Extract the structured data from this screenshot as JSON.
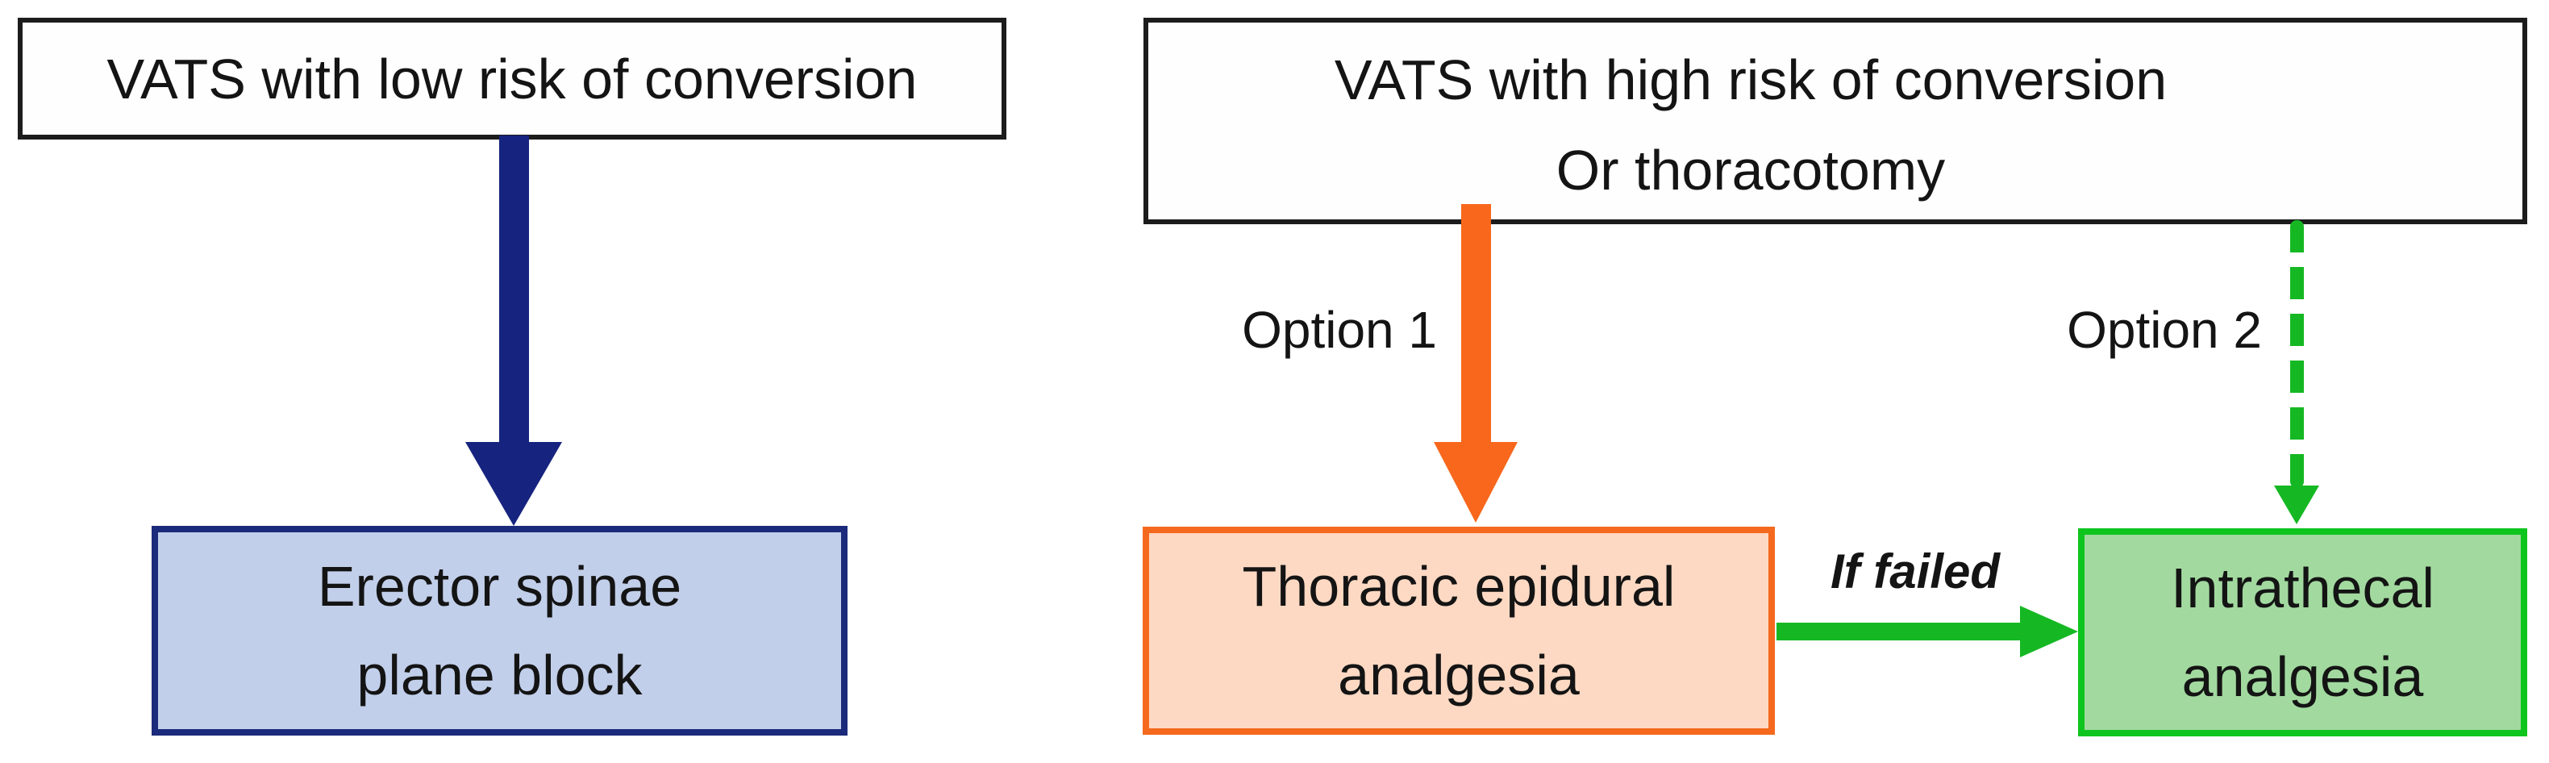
{
  "figure": {
    "type": "flowchart",
    "background_color": "#ffffff",
    "left_flow": {
      "condition_box": {
        "text": "VATS with low risk of conversion",
        "fill_color": "#ffffff",
        "border_color": "#1c1c1c"
      },
      "arrow": {
        "style": "solid",
        "direction": "down",
        "color": "#16247f"
      },
      "result_box": {
        "line1": "Erector spinae",
        "line2": "plane block",
        "fill_color": "#c2cfea",
        "border_color": "#1b2a7a"
      }
    },
    "right_flow": {
      "condition_box": {
        "line1": "VATS with high risk of conversion",
        "line2": "Or thoracotomy",
        "fill_color": "#ffffff",
        "border_color": "#1c1c1c"
      },
      "option1": {
        "label": "Option 1",
        "arrow_style": "solid",
        "arrow_direction": "down",
        "arrow_color": "#f8671b"
      },
      "option2": {
        "label": "Option 2",
        "arrow_style": "dashed",
        "arrow_direction": "down",
        "arrow_color": "#15b823"
      },
      "epidural_box": {
        "line1": "Thoracic epidural",
        "line2": "analgesia",
        "fill_color": "#fdd9c3",
        "border_color": "#f4691e"
      },
      "fallback": {
        "label": "If failed",
        "arrow_style": "solid",
        "arrow_direction": "right",
        "arrow_color": "#15b823"
      },
      "intrathecal_box": {
        "line1": "Intrathecal",
        "line2": "analgesia",
        "fill_color": "#a2d99f",
        "border_color": "#0ec51e"
      }
    }
  }
}
